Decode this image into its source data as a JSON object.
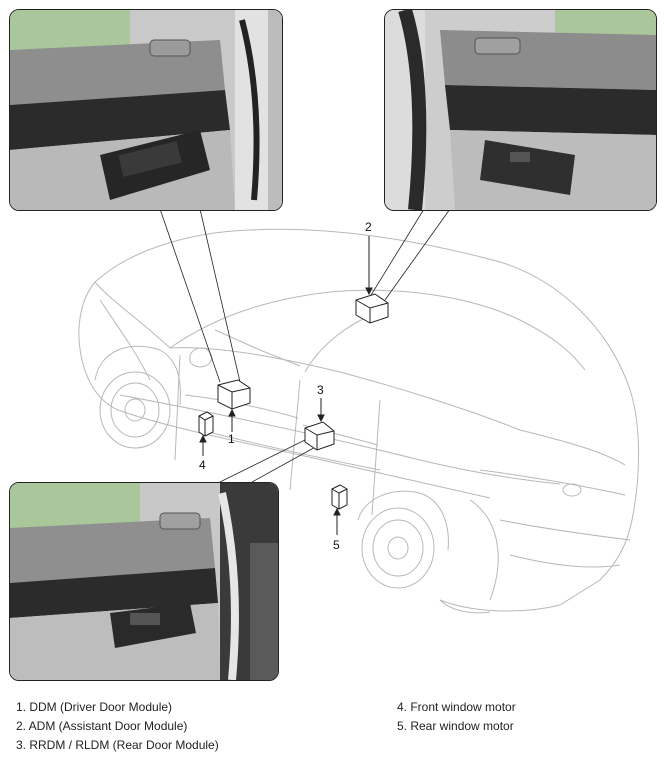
{
  "callouts": {
    "n1": "1",
    "n2": "2",
    "n3": "3",
    "n4": "4",
    "n5": "5"
  },
  "legend": {
    "left": [
      "1. DDM (Driver Door Module)",
      "2. ADM (Assistant Door Module)",
      "3. RRDM / RLDM (Rear Door Module)"
    ],
    "right": [
      "4. Front window motor",
      "5. Rear window motor"
    ]
  },
  "colors": {
    "line": "#222222",
    "car_outline": "#b8b8b8",
    "panel_dark": "#2b2b2b",
    "panel_light": "#b9b9b9",
    "glass": "#a9c79a"
  },
  "icons": [
    "car-outline-drawing",
    "door-panel-photo",
    "module-box-icon",
    "motor-box-icon"
  ]
}
